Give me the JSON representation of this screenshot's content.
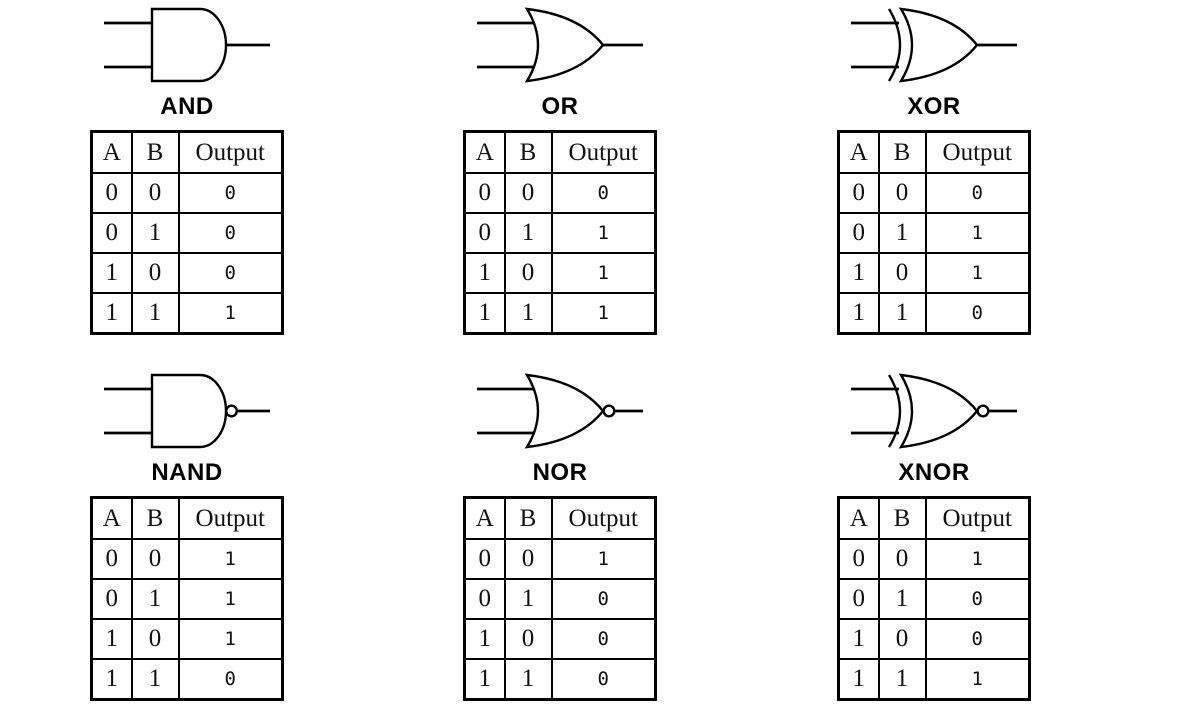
{
  "page": {
    "background": "#ffffff",
    "line_color": "#000000",
    "text_color": "#000000"
  },
  "table_headers": [
    "A",
    "B",
    "Output"
  ],
  "gates": [
    {
      "name": "AND",
      "symbol": "and-gate",
      "rows": [
        [
          "0",
          "0",
          "0"
        ],
        [
          "0",
          "1",
          "0"
        ],
        [
          "1",
          "0",
          "0"
        ],
        [
          "1",
          "1",
          "1"
        ]
      ]
    },
    {
      "name": "OR",
      "symbol": "or-gate",
      "rows": [
        [
          "0",
          "0",
          "0"
        ],
        [
          "0",
          "1",
          "1"
        ],
        [
          "1",
          "0",
          "1"
        ],
        [
          "1",
          "1",
          "1"
        ]
      ]
    },
    {
      "name": "XOR",
      "symbol": "xor-gate",
      "rows": [
        [
          "0",
          "0",
          "0"
        ],
        [
          "0",
          "1",
          "1"
        ],
        [
          "1",
          "0",
          "1"
        ],
        [
          "1",
          "1",
          "0"
        ]
      ]
    },
    {
      "name": "NAND",
      "symbol": "nand-gate",
      "rows": [
        [
          "0",
          "0",
          "1"
        ],
        [
          "0",
          "1",
          "1"
        ],
        [
          "1",
          "0",
          "1"
        ],
        [
          "1",
          "1",
          "0"
        ]
      ]
    },
    {
      "name": "NOR",
      "symbol": "nor-gate",
      "rows": [
        [
          "0",
          "0",
          "1"
        ],
        [
          "0",
          "1",
          "0"
        ],
        [
          "1",
          "0",
          "0"
        ],
        [
          "1",
          "1",
          "0"
        ]
      ]
    },
    {
      "name": "XNOR",
      "symbol": "xnor-gate",
      "rows": [
        [
          "0",
          "0",
          "1"
        ],
        [
          "0",
          "1",
          "0"
        ],
        [
          "1",
          "0",
          "0"
        ],
        [
          "1",
          "1",
          "1"
        ]
      ]
    }
  ]
}
